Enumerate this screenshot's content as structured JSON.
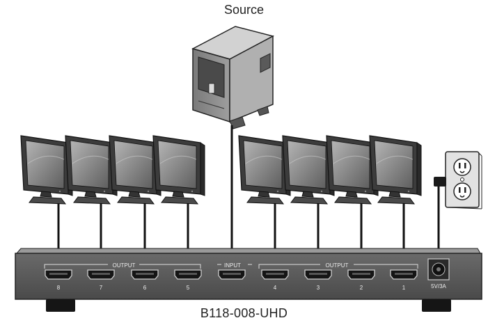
{
  "source_label": "Source",
  "model_label": "B118-008-UHD",
  "panel": {
    "output_label_left": "OUTPUT",
    "input_label": "INPUT",
    "output_label_right": "OUTPUT",
    "power_label": "5V/3A",
    "ports": [
      "8",
      "7",
      "6",
      "5",
      "4",
      "3",
      "2",
      "1"
    ]
  },
  "colors": {
    "panel_face": "#5a5a5a",
    "panel_top": "#9a9a9a",
    "cable": "#111111",
    "monitor_frame": "#3c3c3c",
    "screen": "#8a8a8a",
    "tower": "#8c8c8c"
  },
  "icons": [
    "computer-tower-icon",
    "monitor-icon",
    "wall-outlet-icon",
    "hdmi-port-icon",
    "dc-power-jack-icon"
  ]
}
